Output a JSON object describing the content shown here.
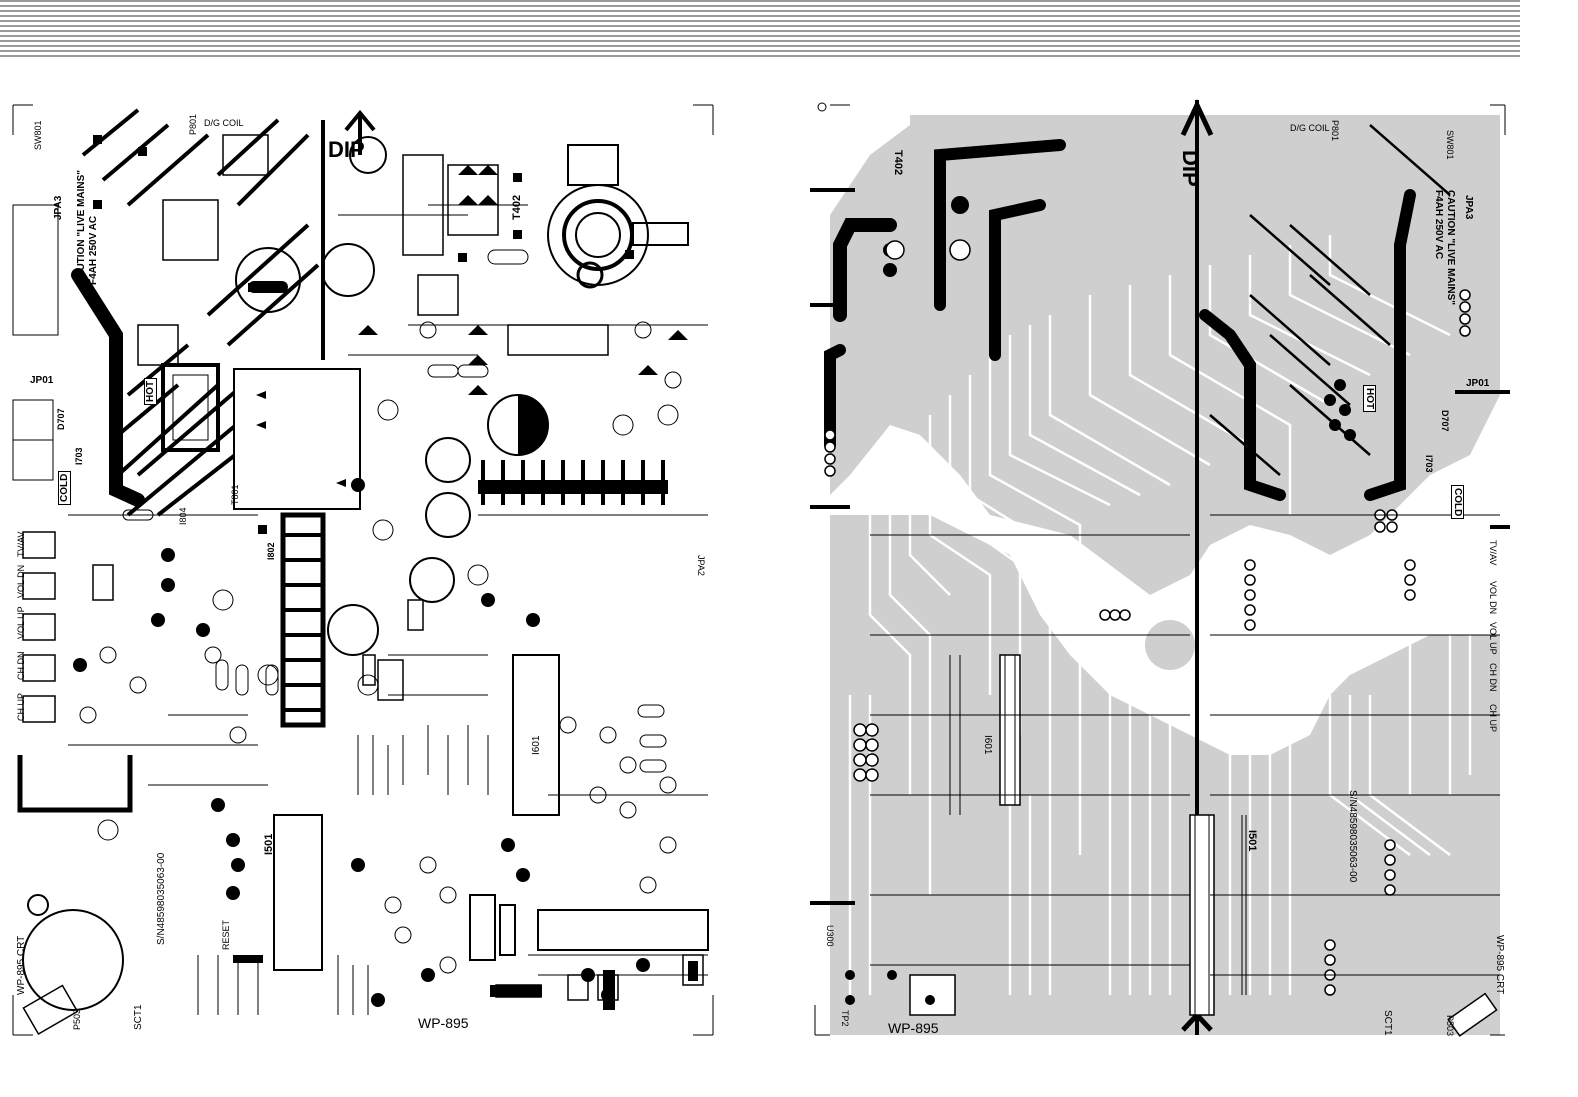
{
  "layout_title": "",
  "boards": [
    {
      "side": "component",
      "model": "WP-895",
      "labels": {
        "dip": "DIP",
        "caution_1": "CAUTION \"LIVE MAINS\"",
        "caution_2": "F4AH 250V AC",
        "hot": "HOT",
        "cold": "COLD",
        "dg_coil": "D/G COIL",
        "serial": "S/N48598035063-00",
        "crt": "WP-895 CRT",
        "t402": "T402",
        "i501": "I501",
        "i601": "I601",
        "t801": "T801",
        "jp01": "JP01",
        "jpa3": "JPA3",
        "sw801": "SW801",
        "p801": "P801",
        "sct1": "SCT1",
        "p503": "P503",
        "d707": "D707",
        "i703": "I703",
        "i804": "I804",
        "i802": "I802",
        "reset": "RESET",
        "jpa2": "JPA2"
      },
      "buttons": [
        "TV/AV",
        "VOL DN",
        "VOL UP",
        "CH DN",
        "CH UP"
      ]
    },
    {
      "side": "solder",
      "model": "WP-895",
      "labels": {
        "dip": "DIP",
        "caution_1": "CAUTION \"LIVE MAINS\"",
        "caution_2": "F4AH 250V AC",
        "hot": "HOT",
        "cold": "COLD",
        "dg_coil": "D/G COIL",
        "serial": "S/N48598035063-00",
        "crt": "WP-895 CRT",
        "t402": "T402",
        "i501": "I501",
        "i601": "I601",
        "jp01": "JP01",
        "jpa3": "JPA3",
        "sw801": "SW801",
        "p801": "P801",
        "sct1": "SCT1",
        "p503": "P503",
        "d707": "D707",
        "i703": "I703",
        "u300": "U300",
        "tp2": "TP2"
      },
      "buttons": [
        "TV/AV",
        "VOL DN",
        "VOL UP",
        "CH DN",
        "CH UP"
      ]
    }
  ]
}
